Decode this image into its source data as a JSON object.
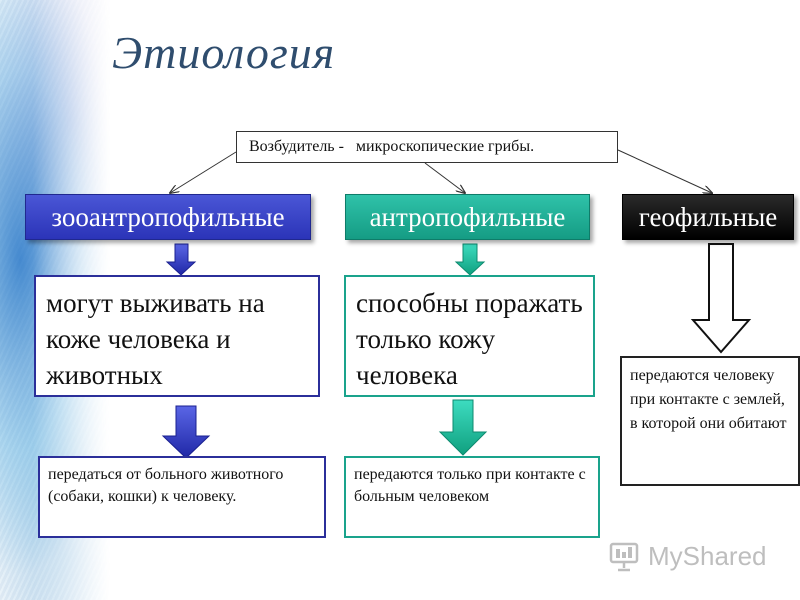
{
  "title": "Этиология",
  "pathogen": "Возбудитель -   микроскопические грибы.",
  "categories": [
    {
      "label": "зооантропофильные",
      "color": "#2b34b8"
    },
    {
      "label": "антропофильные",
      "color": "#159c84"
    },
    {
      "label": "геофильные",
      "color": "#000000"
    }
  ],
  "descriptions": {
    "zoo": "могут выживать на коже человека и животных",
    "anthro": "способны поражать только кожу человека"
  },
  "transmission": {
    "zoo": "передаться от больного животного (собаки, кошки) к человеку.",
    "anthro": "передаются только при контакте с больным человеком",
    "geo": "передаются человеку при контакте с землей, в которой они обитают"
  },
  "watermark": {
    "text": "MyShared",
    "icon": "myshared-logo-icon"
  }
}
